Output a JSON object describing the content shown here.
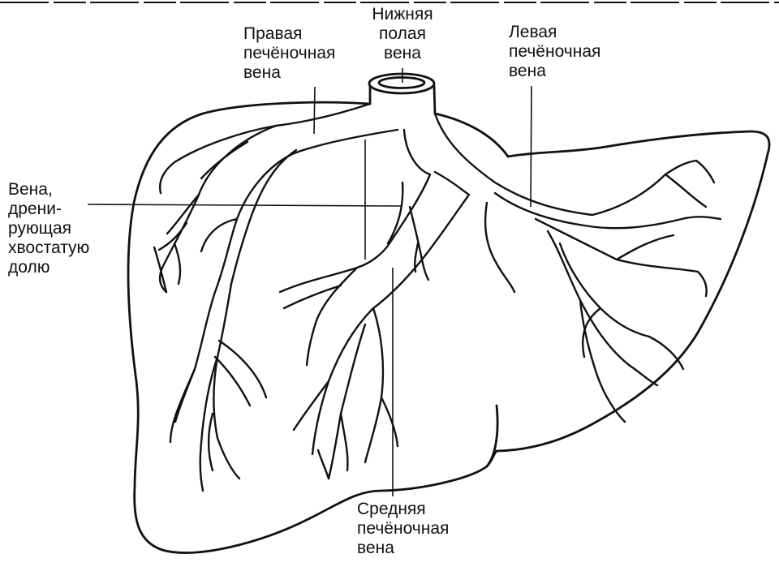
{
  "labels": {
    "right_hepatic_vein": [
      "Правая",
      "печёночная",
      "вена"
    ],
    "inferior_vena_cava": [
      "Нижняя",
      "полая",
      "вена"
    ],
    "left_hepatic_vein": [
      "Левая",
      "печёночная",
      "вена"
    ],
    "caudate_vein": [
      "Вена,",
      "дрени-",
      "рующая",
      "хвостатую",
      "долю"
    ],
    "middle_hepatic_vein": [
      "Средняя",
      "печёночная",
      "вена"
    ]
  }
}
